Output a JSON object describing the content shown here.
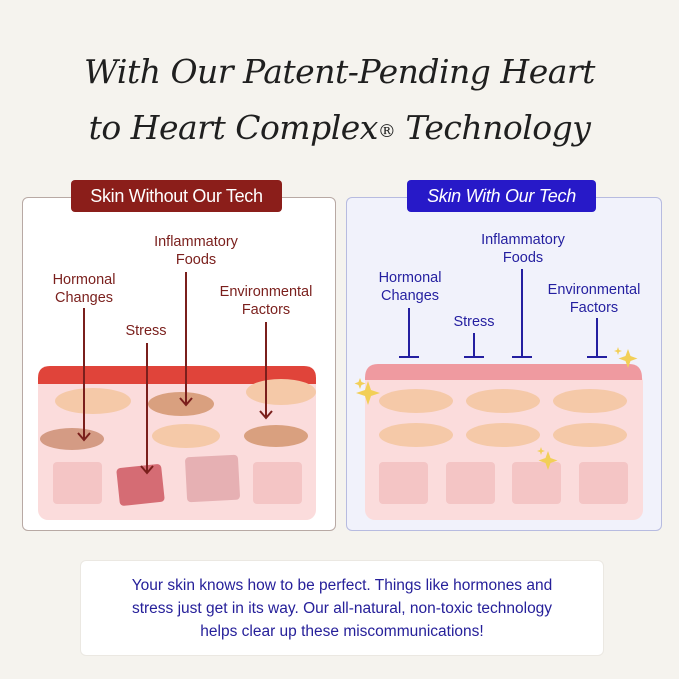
{
  "title": {
    "line1": "With Our Patent-Pending Heart",
    "line2_prefix": "to Heart Complex",
    "registered_mark": "®",
    "line2_suffix": " Technology"
  },
  "left_panel": {
    "badge": "Skin Without Our Tech",
    "labels": {
      "hormonal": "Hormonal\nChanges",
      "inflammatory": "Inflammatory\nFoods",
      "environmental": "Environmental\nFactors",
      "stress": "Stress"
    }
  },
  "right_panel": {
    "badge": "Skin With Our Tech",
    "labels": {
      "hormonal": "Hormonal\nChanges",
      "inflammatory": "Inflammatory\nFoods",
      "environmental": "Environmental\nFactors",
      "stress": "Stress"
    }
  },
  "caption": "Your skin knows how to be perfect. Things like hormones and\nstress just get in its way. Our all-natural, non-toxic technology\nhelps clear up these miscommunications!",
  "colors": {
    "left_accent": "#8b1e1a",
    "right_accent": "#2719c8",
    "skin_top_damaged": "#e0443a",
    "skin_top_healthy": "#ef9aa0",
    "skin_base": "#fbdcdc",
    "cell": "#f5c9a8"
  },
  "icons": [
    "arrow-icon",
    "blocked-arrow-icon",
    "sparkle-icon"
  ]
}
